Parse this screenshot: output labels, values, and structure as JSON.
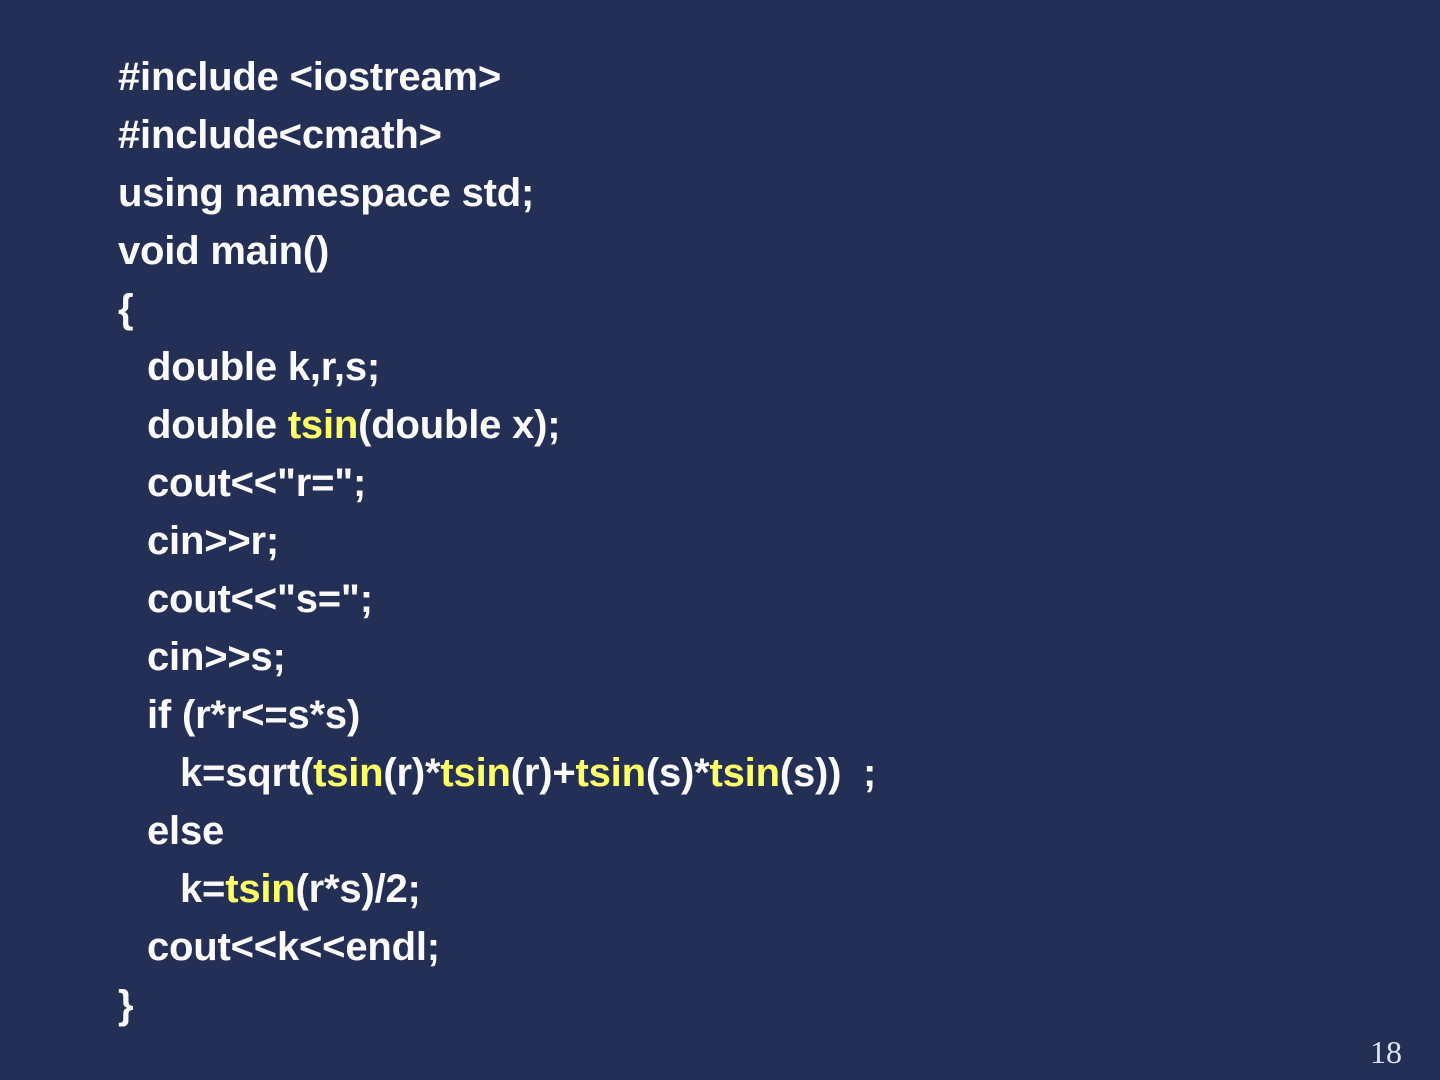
{
  "slide": {
    "background_color": "#232f54",
    "text_color": "#fafafa",
    "keyword_color": "#ffff66",
    "page_number": "18"
  },
  "code": {
    "language": "cpp",
    "lines": [
      {
        "indent": 0,
        "segments": [
          {
            "text": "#include <iostream>",
            "kind": "plain"
          }
        ]
      },
      {
        "indent": 0,
        "segments": [
          {
            "text": "#include<cmath>",
            "kind": "plain"
          }
        ]
      },
      {
        "indent": 0,
        "segments": [
          {
            "text": "using namespace std;",
            "kind": "plain"
          }
        ]
      },
      {
        "indent": 0,
        "segments": [
          {
            "text": "void main()",
            "kind": "plain"
          }
        ]
      },
      {
        "indent": 0,
        "segments": [
          {
            "text": "{",
            "kind": "plain"
          }
        ]
      },
      {
        "indent": 1,
        "segments": [
          {
            "text": "double k,r,s;",
            "kind": "plain"
          }
        ]
      },
      {
        "indent": 1,
        "segments": [
          {
            "text": "double ",
            "kind": "plain"
          },
          {
            "text": "tsin",
            "kind": "keyword"
          },
          {
            "text": "(double x);",
            "kind": "plain"
          }
        ]
      },
      {
        "indent": 1,
        "segments": [
          {
            "text": "cout<<\"r=\";",
            "kind": "plain"
          }
        ]
      },
      {
        "indent": 1,
        "segments": [
          {
            "text": "cin>>r;",
            "kind": "plain"
          }
        ]
      },
      {
        "indent": 1,
        "segments": [
          {
            "text": "cout<<\"s=\";",
            "kind": "plain"
          }
        ]
      },
      {
        "indent": 1,
        "segments": [
          {
            "text": "cin>>s;",
            "kind": "plain"
          }
        ]
      },
      {
        "indent": 1,
        "segments": [
          {
            "text": "if (r*r<=s*s)",
            "kind": "plain"
          }
        ]
      },
      {
        "indent": 2,
        "segments": [
          {
            "text": "k=sqrt(",
            "kind": "plain"
          },
          {
            "text": "tsin",
            "kind": "keyword"
          },
          {
            "text": "(r)*",
            "kind": "plain"
          },
          {
            "text": "tsin",
            "kind": "keyword"
          },
          {
            "text": "(r)+",
            "kind": "plain"
          },
          {
            "text": "tsin",
            "kind": "keyword"
          },
          {
            "text": "(s)*",
            "kind": "plain"
          },
          {
            "text": "tsin",
            "kind": "keyword"
          },
          {
            "text": "(s))  ;",
            "kind": "plain"
          }
        ]
      },
      {
        "indent": 1,
        "segments": [
          {
            "text": "else",
            "kind": "plain"
          }
        ]
      },
      {
        "indent": 2,
        "segments": [
          {
            "text": "k=",
            "kind": "plain"
          },
          {
            "text": "tsin",
            "kind": "keyword"
          },
          {
            "text": "(r*s)/2;",
            "kind": "plain"
          }
        ]
      },
      {
        "indent": 1,
        "segments": [
          {
            "text": "cout<<k<<endl;",
            "kind": "plain"
          }
        ]
      },
      {
        "indent": 0,
        "segments": [
          {
            "text": "}",
            "kind": "plain"
          }
        ]
      }
    ]
  }
}
